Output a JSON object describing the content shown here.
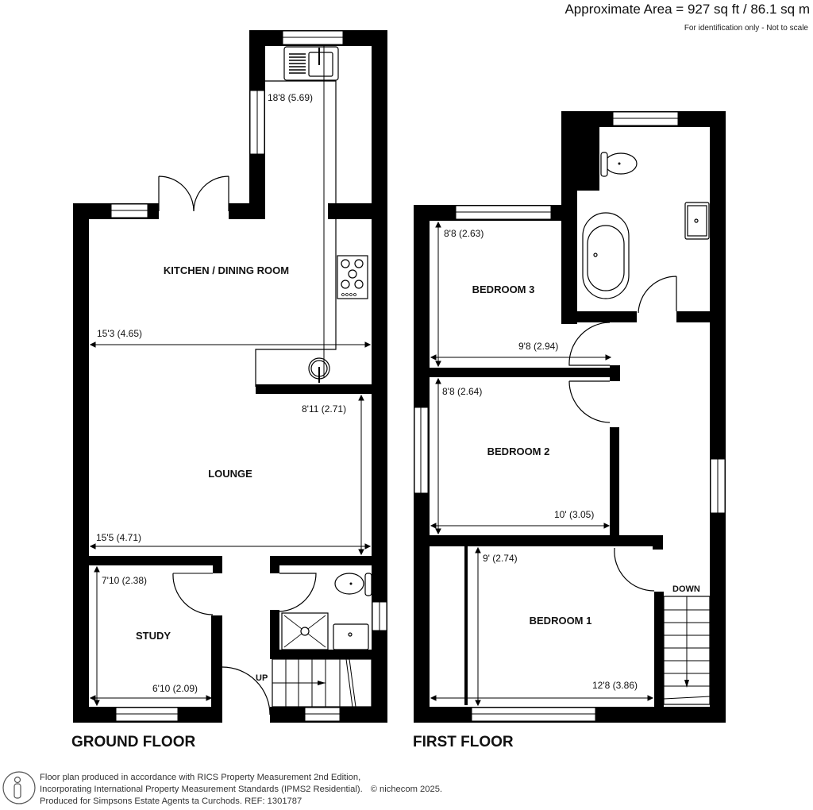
{
  "header": {
    "area_text": "Approximate Area = 927 sq ft / 86.1 sq m",
    "note": "For identification only - Not to scale"
  },
  "ground_floor": {
    "label": "GROUND FLOOR",
    "rooms": {
      "kitchen_dining": {
        "name": "KITCHEN / DINING ROOM",
        "length": "18'8 (5.69)",
        "width": "15'3 (4.65)"
      },
      "lounge": {
        "name": "LOUNGE",
        "length": "8'11 (2.71)",
        "width": "15'5 (4.71)"
      },
      "study": {
        "name": "STUDY",
        "length": "7'10 (2.38)",
        "width": "6'10 (2.09)"
      }
    },
    "stairs_label": "UP"
  },
  "first_floor": {
    "label": "FIRST FLOOR",
    "rooms": {
      "bedroom3": {
        "name": "BEDROOM 3",
        "length": "8'8 (2.63)",
        "width": "9'8 (2.94)"
      },
      "bedroom2": {
        "name": "BEDROOM 2",
        "length": "8'8 (2.64)",
        "width": "10' (3.05)"
      },
      "bedroom1": {
        "name": "BEDROOM 1",
        "length": "9' (2.74)",
        "width": "12'8 (3.86)"
      }
    },
    "stairs_label": "DOWN"
  },
  "footer": {
    "line1": "Floor plan produced in accordance with RICS Property Measurement 2nd Edition,",
    "line2": "Incorporating International Property Measurement Standards (IPMS2 Residential).",
    "brand": "© nichecom 2025.",
    "line3": "Produced for Simpsons Estate Agents ta Curchods.   REF: 1301787"
  },
  "colors": {
    "wall": "#000000",
    "background": "#ffffff",
    "text": "#111111"
  }
}
